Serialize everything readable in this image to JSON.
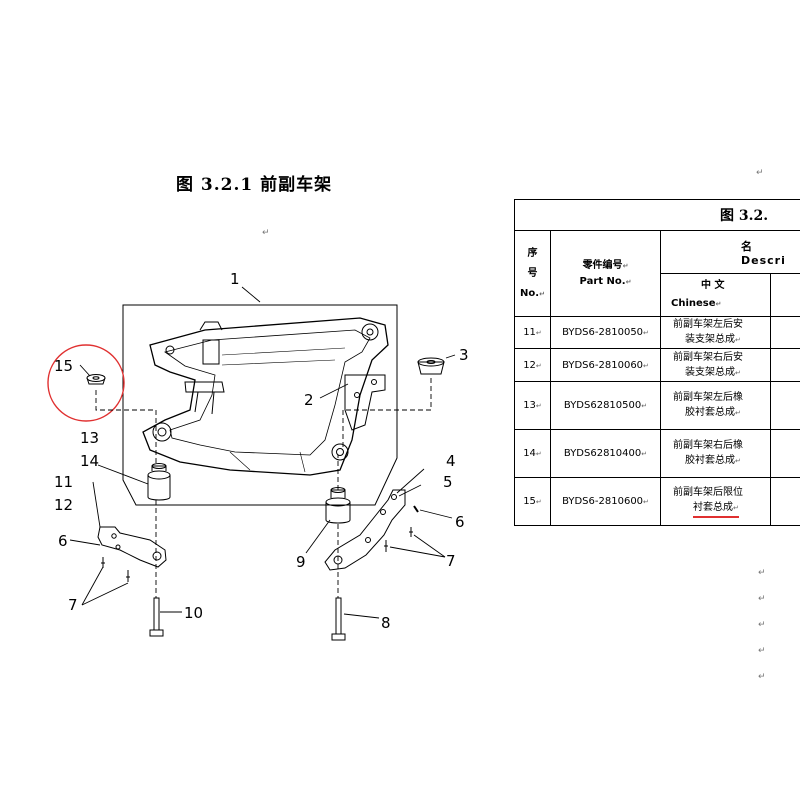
{
  "figure": {
    "title": "图 3.2.1  前副车架",
    "callouts": [
      "1",
      "2",
      "3",
      "4",
      "5",
      "6",
      "7",
      "8",
      "9",
      "10",
      "11",
      "12",
      "13",
      "14",
      "15",
      "6",
      "7"
    ]
  },
  "table": {
    "title": "图 3.2.",
    "headers": {
      "no_lines": [
        "序",
        "号",
        "No."
      ],
      "part_no_cn": "零件编号",
      "part_no_en": "Part No.",
      "name_cn": "名",
      "name_en": "Descri",
      "chinese_cn": "中  文",
      "chinese_en": "Chinese"
    },
    "rows": [
      {
        "no": "11",
        "part": "BYDS6-2810050",
        "name_l1": "前副车架左后安",
        "name_l2": "装支架总成"
      },
      {
        "no": "12",
        "part": "BYDS6-2810060",
        "name_l1": "前副车架右后安",
        "name_l2": "装支架总成"
      },
      {
        "no": "13",
        "part": "BYDS62810500",
        "name_l1": "前副车架左后橡",
        "name_l2": "胶衬套总成"
      },
      {
        "no": "14",
        "part": "BYDS62810400",
        "name_l1": "前副车架右后橡",
        "name_l2": "胶衬套总成"
      },
      {
        "no": "15",
        "part": "BYDS6-2810600",
        "name_l1": "前副车架后限位",
        "name_l2": "衬套总成"
      }
    ]
  },
  "colors": {
    "highlight": "#e03030",
    "line": "#000000"
  }
}
